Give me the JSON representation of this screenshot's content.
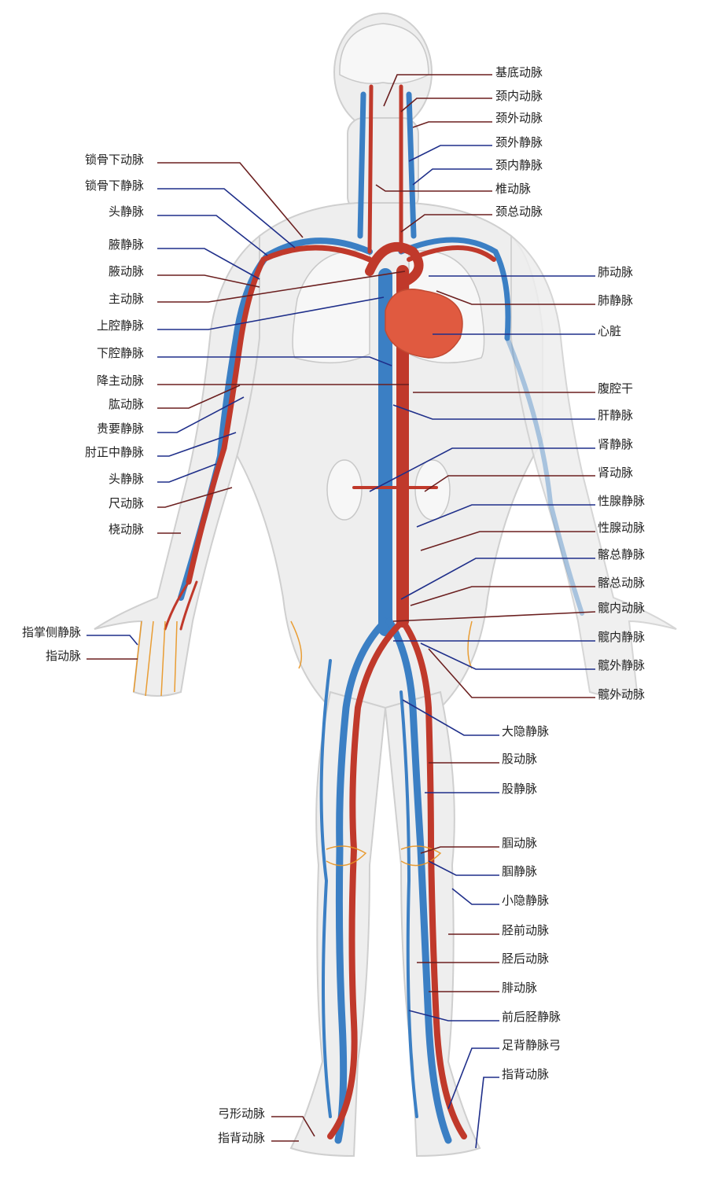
{
  "colors": {
    "artery": "#c0392b",
    "vein": "#3b7fc4",
    "small_vessel": "#e8941f",
    "body_fill": "#eeeeee",
    "body_outline": "#cccccc",
    "heart": "#e05a40",
    "artery_leader": "#6b1f1f",
    "vein_leader": "#1f2f8a"
  },
  "labels": {
    "basilar_artery": "基底动脉",
    "internal_carotid_artery": "颈内动脉",
    "external_carotid_artery": "颈外动脉",
    "external_jugular_vein": "颈外静脉",
    "internal_jugular_vein": "颈内静脉",
    "vertebral_artery": "椎动脉",
    "common_carotid_artery": "颈总动脉",
    "pulmonary_artery": "肺动脉",
    "pulmonary_vein": "肺静脉",
    "heart": "心脏",
    "celiac_trunk": "腹腔干",
    "hepatic_vein": "肝静脉",
    "renal_vein": "肾静脉",
    "renal_artery": "肾动脉",
    "gonadal_vein": "性腺静脉",
    "gonadal_artery": "性腺动脉",
    "common_iliac_vein": "髂总静脉",
    "common_iliac_artery": "髂总动脉",
    "internal_iliac_artery": "髋内动脉",
    "internal_iliac_vein": "髋内静脉",
    "external_iliac_vein": "髋外静脉",
    "external_iliac_artery": "髋外动脉",
    "great_saphenous_vein": "大隐静脉",
    "femoral_artery": "股动脉",
    "femoral_vein": "股静脉",
    "popliteal_artery": "腘动脉",
    "popliteal_vein": "腘静脉",
    "small_saphenous_vein": "小隐静脉",
    "anterior_tibial_artery": "胫前动脉",
    "posterior_tibial_artery": "胫后动脉",
    "fibular_artery": "腓动脉",
    "tibial_veins": "前后胫静脉",
    "dorsal_venous_arch": "足背静脉弓",
    "dorsal_digital_artery_right": "指背动脉",
    "subclavian_artery": "锁骨下动脉",
    "subclavian_vein": "锁骨下静脉",
    "cephalic_vein_upper": "头静脉",
    "axillary_vein": "腋静脉",
    "axillary_artery": "腋动脉",
    "aorta": "主动脉",
    "superior_vena_cava": "上腔静脉",
    "inferior_vena_cava": "下腔静脉",
    "descending_aorta": "降主动脉",
    "brachial_artery": "肱动脉",
    "basilic_vein": "贵要静脉",
    "median_cubital_vein": "肘正中静脉",
    "cephalic_vein_lower": "头静脉",
    "ulnar_artery": "尺动脉",
    "radial_artery": "桡动脉",
    "palmar_digital_vein": "指掌侧静脉",
    "digital_artery": "指动脉",
    "arcuate_artery": "弓形动脉",
    "dorsal_digital_artery_left": "指背动脉"
  }
}
